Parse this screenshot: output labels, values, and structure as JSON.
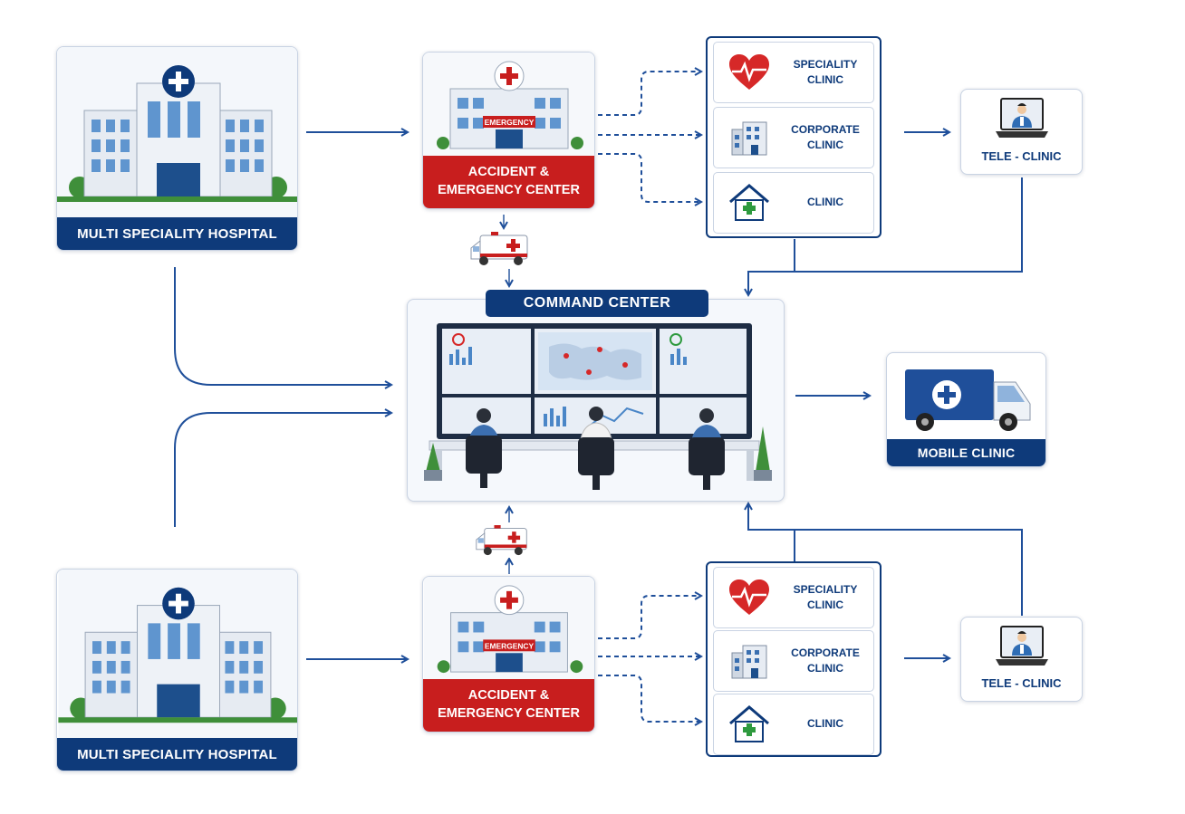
{
  "hospitals": [
    {
      "label": "MULTI SPECIALITY HOSPITAL"
    },
    {
      "label": "MULTI SPECIALITY HOSPITAL"
    }
  ],
  "emergency_centers": [
    {
      "label": "ACCIDENT &\nEMERGENCY CENTER",
      "sign": "EMERGENCY"
    },
    {
      "label": "ACCIDENT &\nEMERGENCY CENTER",
      "sign": "EMERGENCY"
    }
  ],
  "clinic_groups": [
    {
      "items": [
        {
          "label": "SPECIALITY\nCLINIC",
          "icon": "heart-pulse-icon"
        },
        {
          "label": "CORPORATE\nCLINIC",
          "icon": "office-building-icon"
        },
        {
          "label": "CLINIC",
          "icon": "clinic-house-icon"
        }
      ]
    },
    {
      "items": [
        {
          "label": "SPECIALITY\nCLINIC",
          "icon": "heart-pulse-icon"
        },
        {
          "label": "CORPORATE\nCLINIC",
          "icon": "office-building-icon"
        },
        {
          "label": "CLINIC",
          "icon": "clinic-house-icon"
        }
      ]
    }
  ],
  "tele_clinics": [
    {
      "label": "TELE - CLINIC"
    },
    {
      "label": "TELE - CLINIC"
    }
  ],
  "command_center": {
    "title": "COMMAND CENTER"
  },
  "mobile_clinic": {
    "label": "MOBILE CLINIC"
  },
  "colors": {
    "navy": "#0e3a7a",
    "emergency_red": "#c81e1e",
    "arrow_blue": "#1f4f9a"
  }
}
